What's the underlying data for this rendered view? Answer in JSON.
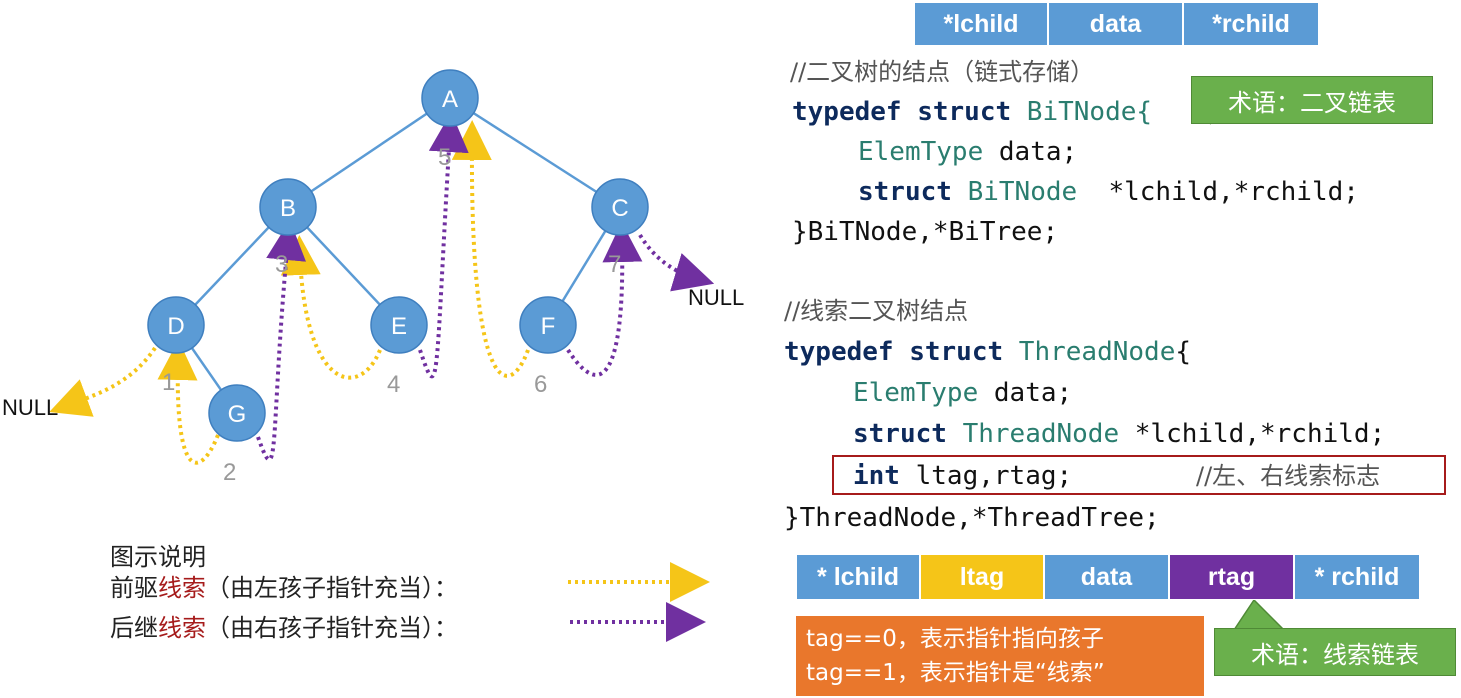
{
  "tree": {
    "nodes": [
      "A",
      "B",
      "C",
      "D",
      "E",
      "F",
      "G"
    ],
    "order_numbers": [
      "1",
      "2",
      "3",
      "4",
      "5",
      "6",
      "7"
    ],
    "null_left": "NULL",
    "null_right": "NULL"
  },
  "top_struct": {
    "segments": [
      "*lchild",
      "data",
      "*rchild"
    ],
    "comment": "//二叉树的结点（链式存储）",
    "line1_kw": "typedef struct",
    "line1_name": " BiTNode{",
    "line2_type": "ElemType",
    "line2_rest": " data;",
    "line3_kw": "struct",
    "line3_type": " BiTNode",
    "line3_rest": "  *lchild,*rchild;",
    "line4": "}BiTNode,*BiTree;",
    "bubble": "术语：二叉链表"
  },
  "thread_struct": {
    "comment": "//线索二叉树结点",
    "line1_kw": "typedef struct",
    "line1_type": " ThreadNode",
    "line1_rest": "{",
    "line2_type": "ElemType",
    "line2_rest": " data;",
    "line3_kw": "struct",
    "line3_type": " ThreadNode",
    "line3_rest": " *lchild,*rchild;",
    "line4_kw": "int",
    "line4_rest": " ltag,rtag;",
    "line4_comment": "//左、右线索标志",
    "line5": "}ThreadNode,*ThreadTree;",
    "segments": [
      "* lchild",
      "ltag",
      "data",
      "rtag",
      "* rchild"
    ],
    "tag_line1": "tag==0，表示指针指向孩子",
    "tag_line2": "tag==1，表示指针是“线索”",
    "bubble": "术语：线索链表"
  },
  "legend": {
    "title": "图示说明",
    "pred_a": "前驱",
    "pred_b": "线索",
    "pred_c": "（由左孩子指针充当）：",
    "succ_a": "后继",
    "succ_b": "线索",
    "succ_c": "（由右孩子指针充当）："
  },
  "colors": {
    "node": "#5b9bd5",
    "edge": "#5b9bd5",
    "pred_thread": "#f5c518",
    "succ_thread": "#7030a0",
    "seg_blue": "#5b9bd5",
    "seg_yellow": "#f5c518",
    "seg_purple": "#7030a0"
  }
}
